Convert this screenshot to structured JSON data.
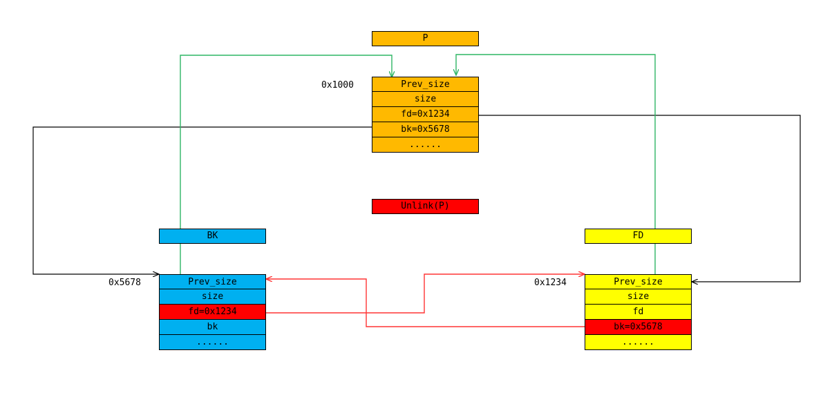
{
  "colors": {
    "p_chunk": "#ffb900",
    "bk_chunk": "#00b0f0",
    "fd_chunk": "#ffff00",
    "highlight": "#ff0000",
    "green_arrow": "#2db564",
    "red_arrow": "#ff3333",
    "black_arrow": "#000000"
  },
  "operation": "Unlink(P)",
  "chunks": {
    "p": {
      "title": "P",
      "address": "0x1000",
      "fields": [
        "Prev_size",
        "size",
        "fd=0x1234",
        "bk=0x5678",
        "......"
      ]
    },
    "bk": {
      "title": "BK",
      "address": "0x5678",
      "fields": [
        "Prev_size",
        "size",
        "fd=0x1234",
        "bk",
        "......"
      ]
    },
    "fd": {
      "title": "FD",
      "address": "0x1234",
      "fields": [
        "Prev_size",
        "size",
        "fd",
        "bk=0x5678",
        "......"
      ]
    }
  }
}
